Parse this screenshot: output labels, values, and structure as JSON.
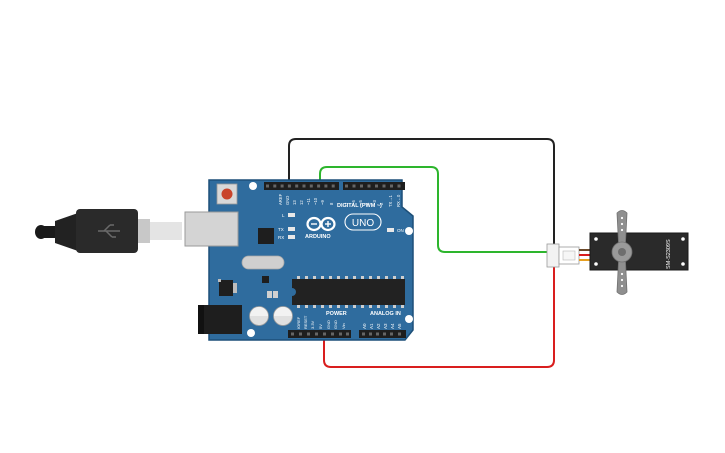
{
  "board": {
    "brand": "ARDUINO",
    "model": "UNO",
    "digital_label": "DIGITAL (PWM ~)",
    "analog_label": "ANALOG IN",
    "power_label": "POWER",
    "on_label": "ON",
    "tx_label": "TX",
    "rx_label": "RX",
    "l_label": "L",
    "top_pins": [
      "AREF",
      "GND",
      "13",
      "12",
      "~11",
      "~10",
      "~9",
      "8",
      "7",
      "~6",
      "~5",
      "4",
      "~3",
      "2",
      "TX→1",
      "RX←0"
    ],
    "power_pins": [
      "IOREF",
      "RESET",
      "3.3V",
      "5V",
      "GND",
      "GND",
      "Vin"
    ],
    "analog_pins": [
      "A0",
      "A1",
      "A2",
      "A3",
      "A4",
      "A5"
    ]
  },
  "servo": {
    "model": "SM-S2309S"
  },
  "colors": {
    "board": "#2f6c9e",
    "board_edge": "#1d4f78",
    "wire_signal": "#2db52d",
    "wire_ground": "#222222",
    "wire_power": "#d91e1e",
    "usb_cable": "#222222",
    "servo_body": "#2a2a2a",
    "servo_horn": "#8f8f8f"
  }
}
